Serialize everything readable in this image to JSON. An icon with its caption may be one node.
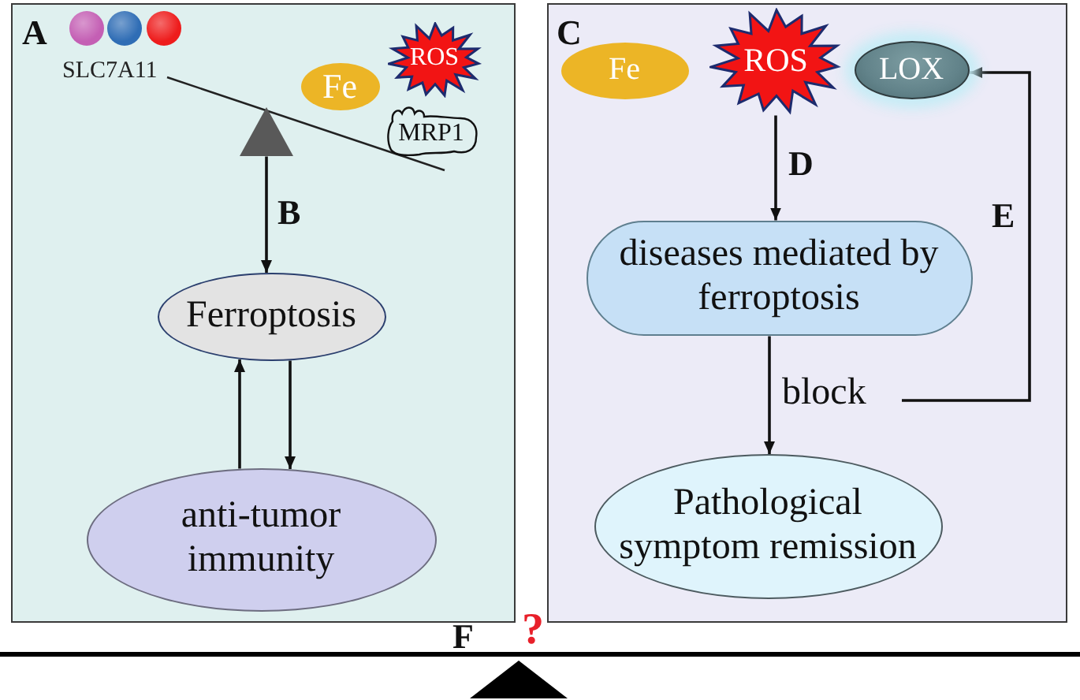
{
  "diagram": {
    "nodes": [
      {
        "text": [
          "A"
        ]
      },
      {
        "text": [
          "SLC7A11"
        ],
        "in": 0
      },
      {
        "text": [
          "Fe"
        ],
        "in": 0
      },
      {
        "text": [
          "ROS"
        ],
        "in": 0
      },
      {
        "text": [
          "MRP1"
        ],
        "in": 0
      },
      {
        "text": [],
        "shape": "triangle",
        "in": 0
      },
      {
        "text": [
          "Ferroptosis"
        ],
        "in": 0
      },
      {
        "text": [
          "anti-tumor immunity"
        ],
        "in": 0
      },
      {
        "text": [
          "C"
        ]
      },
      {
        "text": [
          "Fe"
        ],
        "in": 8
      },
      {
        "text": [
          "ROS"
        ],
        "in": 8
      },
      {
        "text": [
          "LOX"
        ],
        "in": 8
      },
      {
        "text": [
          "diseases mediated by ferroptosis"
        ],
        "in": 8
      },
      {
        "text": [
          "Pathological symptom remission"
        ],
        "in": 8
      }
    ],
    "edges": [
      {
        "from": 5,
        "to": 6,
        "arrow": "to",
        "label": "B"
      },
      {
        "from": 7,
        "to": 6,
        "arrow": "to"
      },
      {
        "from": 6,
        "to": 7,
        "arrow": "to"
      },
      {
        "from": 10,
        "to": 12,
        "arrow": "to",
        "label": "D"
      },
      {
        "from": 12,
        "to": 13,
        "arrow": "to",
        "label": "block"
      },
      {
        "from": null,
        "to": 11,
        "arrow": "to",
        "label": "E"
      }
    ],
    "labels": [
      "F",
      "?"
    ]
  }
}
